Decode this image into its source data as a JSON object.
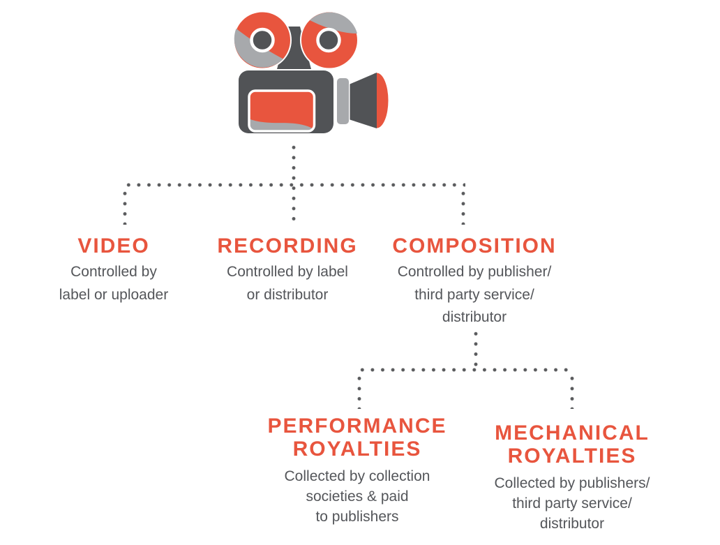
{
  "palette": {
    "accent_red": "#E8553E",
    "camera_dark": "#515356",
    "camera_gray": "#A7A9AC",
    "text_gray": "#54565A",
    "dot_gray": "#5A5B5D",
    "bg": "#FFFFFF"
  },
  "icon": {
    "name": "movie-camera-icon"
  },
  "level1": [
    {
      "id": "video",
      "title": "VIDEO",
      "body_lines": [
        "Controlled by",
        "label or uploader"
      ]
    },
    {
      "id": "recording",
      "title": "RECORDING",
      "body_lines": [
        "Controlled by label",
        "or distributor"
      ]
    },
    {
      "id": "composition",
      "title": "COMPOSITION",
      "body_lines": [
        "Controlled by publisher/",
        "third party service/",
        "distributor"
      ]
    }
  ],
  "level2": [
    {
      "id": "performance-royalties",
      "title_lines": [
        "PERFORMANCE",
        "ROYALTIES"
      ],
      "body_lines": [
        "Collected by collection",
        "societies & paid",
        "to publishers"
      ]
    },
    {
      "id": "mechanical-royalties",
      "title_lines": [
        "MECHANICAL",
        "ROYALTIES"
      ],
      "body_lines": [
        "Collected by publishers/",
        "third party service/",
        "distributor"
      ]
    }
  ]
}
